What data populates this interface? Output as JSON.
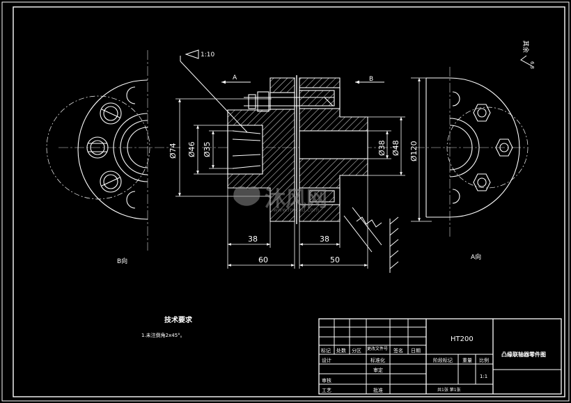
{
  "colors": {
    "background": "#000000",
    "line": "#ffffff",
    "center_line": "#dcdcdc",
    "watermark": "#8c8c8c"
  },
  "drawing": {
    "taper": "1:10",
    "section_a": "A",
    "section_b": "B",
    "roughness": "6.3",
    "roughness_prefix": "其余",
    "view_b_label": "B向",
    "view_a_label": "A向",
    "dims": {
      "d74": "Ø74",
      "d46": "Ø46",
      "d35": "Ø35",
      "d38": "Ø38",
      "d48": "Ø48",
      "d120": "Ø120",
      "len_left_inner": "38",
      "len_right_inner": "38",
      "len_left_total": "60",
      "len_right_total": "50"
    }
  },
  "watermark": {
    "text": "沐风网",
    "url": "www.mfcad.com"
  },
  "tech_requirements": {
    "title": "技术要求",
    "item1": "1.未注倒角2x45°。"
  },
  "title_block": {
    "material": "HT200",
    "part_name": "凸缘联轴器零件图",
    "headers": {
      "mark": "标记",
      "count": "处数",
      "zone": "分区",
      "change_doc": "更改文件号",
      "signature": "签名",
      "date": "日期"
    },
    "rows": {
      "design": "设计",
      "standardize": "标准化",
      "check": "审核",
      "review": "审定",
      "craft": "工艺",
      "approve": "批准"
    },
    "stage_mark": "阶段标记",
    "weight": "重量",
    "scale_label": "比例",
    "scale": "1:1",
    "sheets": "共1张 第1张"
  }
}
